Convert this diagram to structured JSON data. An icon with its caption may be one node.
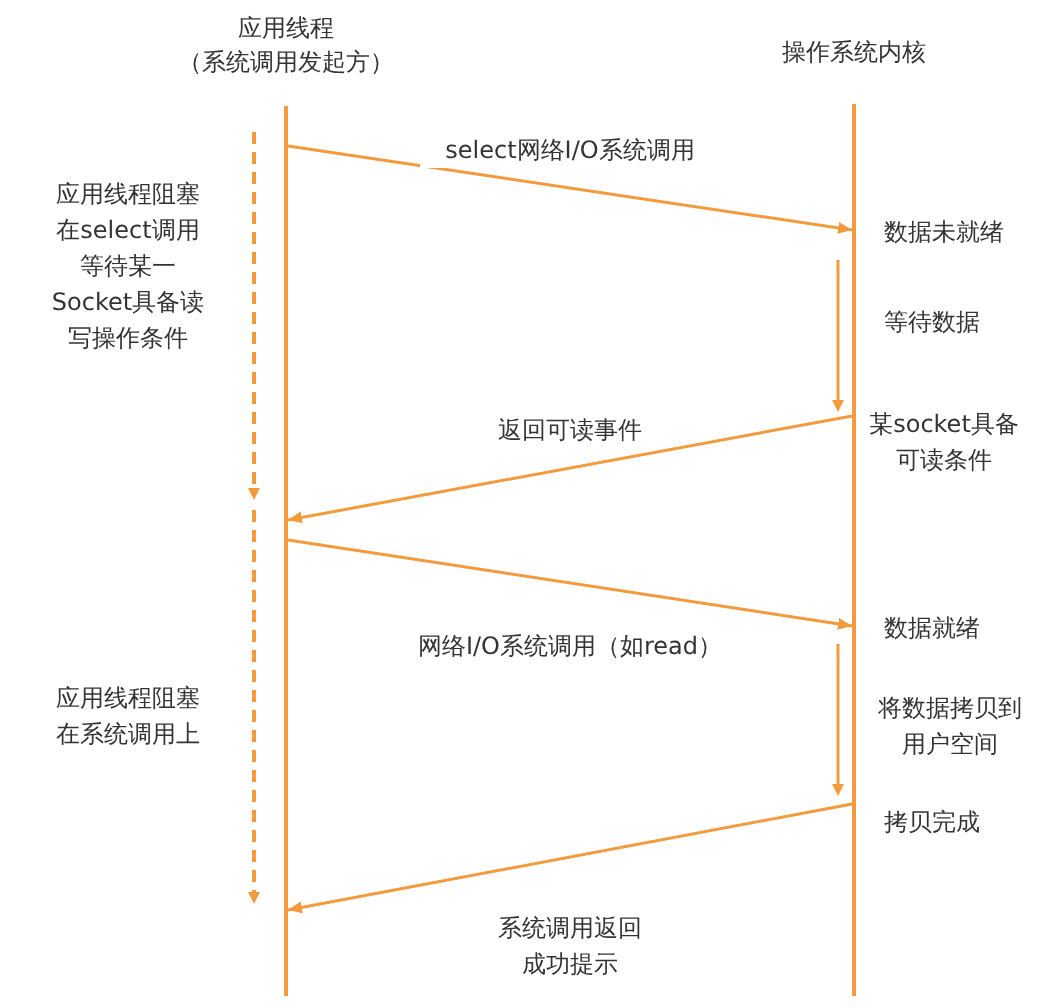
{
  "diagram": {
    "nodes": [
      {
        "text": [
          "应用线程",
          "（系统调用发起方）"
        ]
      },
      {
        "text": [
          "操作系统内核"
        ]
      },
      {
        "text": [],
        "shape": "bar"
      },
      {
        "text": [],
        "shape": "bar"
      }
    ],
    "edges": [
      {
        "from": 2,
        "to": 3,
        "arrow": "to",
        "label": "select网络I/O系统调用"
      },
      {
        "from": 3,
        "to": 2,
        "arrow": "to",
        "label": "返回可读事件"
      },
      {
        "from": 2,
        "to": 3,
        "arrow": "to",
        "label": "网络I/O系统调用（如read）"
      },
      {
        "from": 3,
        "to": 2,
        "arrow": "to",
        "label": "系统调用返回成功提示"
      }
    ],
    "labels": [
      "应用线程阻塞在select调用等待某一Socket具备读写操作条件",
      "数据未就绪",
      "等待数据",
      "某socket具备可读条件",
      "应用线程阻塞在系统调用上",
      "数据就绪",
      "将数据拷贝到用户空间",
      "拷贝完成"
    ]
  }
}
